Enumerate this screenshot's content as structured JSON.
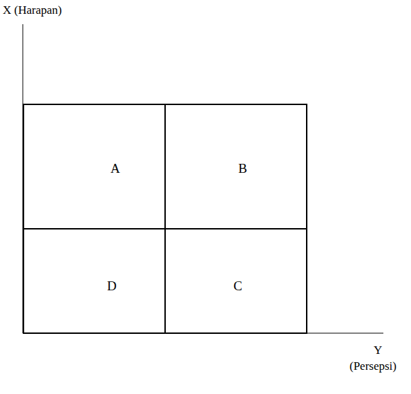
{
  "diagram": {
    "nodes": [
      {
        "text": [
          "A"
        ]
      },
      {
        "text": [
          "B"
        ]
      },
      {
        "text": [
          "D"
        ]
      },
      {
        "text": [
          "C"
        ]
      }
    ],
    "labels": [
      "X (Harapan)",
      "Y",
      "(Persepsi)"
    ]
  }
}
